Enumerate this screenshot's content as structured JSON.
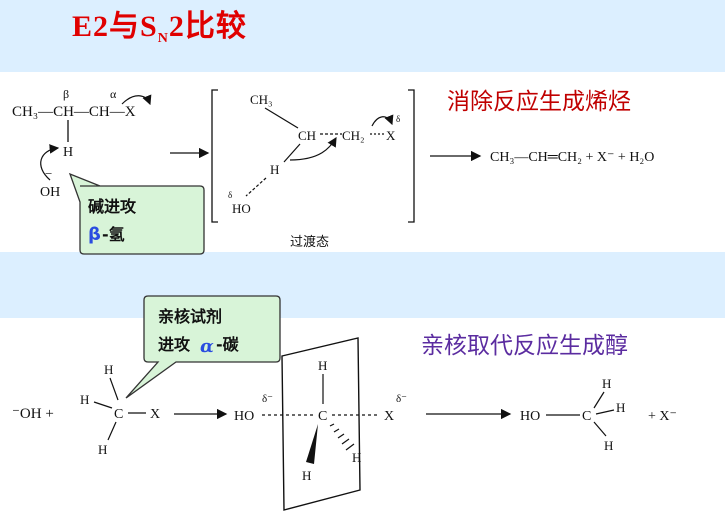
{
  "title": {
    "prefix": "E2与S",
    "sub": "N",
    "suffix": "2比较"
  },
  "top": {
    "label": "消除反应生成烯烃",
    "reactant": {
      "chain": "CH₃—CH—CH—X",
      "beta": "β",
      "alpha": "α",
      "h": "H",
      "base": "OH"
    },
    "callout": {
      "line1": "碱进攻",
      "beta": "β",
      "line2": "-氢"
    },
    "ts": {
      "ch3": "CH₃",
      "ch": "CH",
      "ch2": "CH₂",
      "x": "X",
      "h": "H",
      "ho": "HO",
      "delta": "δ",
      "caption": "过渡态"
    },
    "product": "CH₃—CH═CH₂ + X⁻ + H₂O"
  },
  "bottom": {
    "label": "亲核取代反应生成醇",
    "callout": {
      "line1": "亲核试剂",
      "line2a": "进攻",
      "alpha": "α",
      "line2b": "-碳"
    },
    "reagent": "⁻OH +",
    "substrate": {
      "h_top": "H",
      "h_left": "H",
      "c": "C",
      "x": "X",
      "h_bottom": "H"
    },
    "ts": {
      "ho": "HO",
      "c": "C",
      "x": "X",
      "delta": "δ⁻",
      "h": "H"
    },
    "product": {
      "ho": "HO",
      "c": "C",
      "h": "H",
      "x": "+ X⁻"
    }
  },
  "colors": {
    "title": "#e00000",
    "top_label": "#c00000",
    "bottom_label": "#5b2ca0",
    "callout_fill": "#d8f4d8",
    "background": "#dcefff"
  }
}
